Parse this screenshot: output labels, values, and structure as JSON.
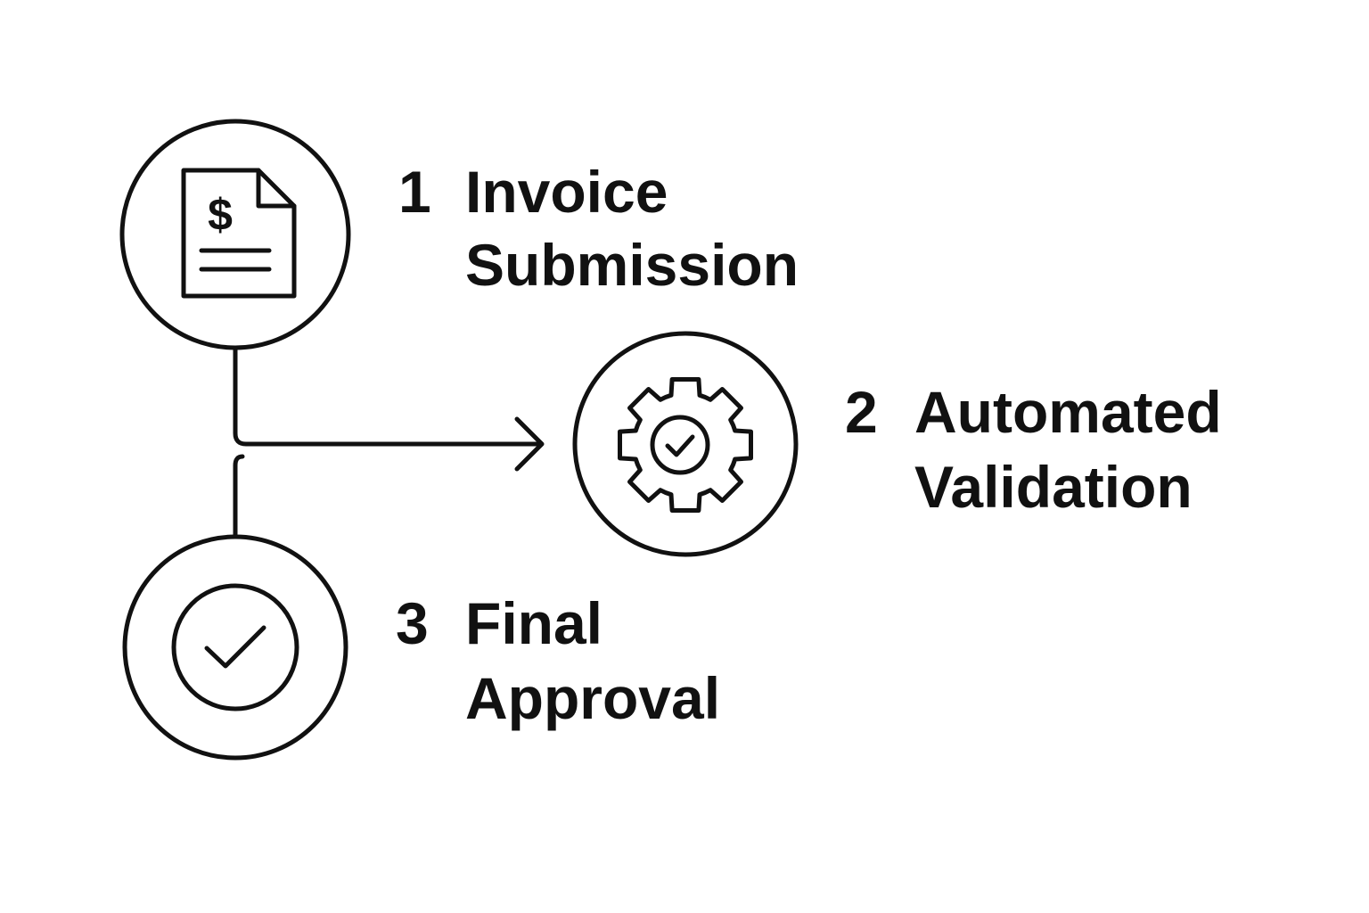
{
  "colors": {
    "stroke": "#111111",
    "background": "#ffffff"
  },
  "steps": [
    {
      "number": "1",
      "title_line1": "Invoice",
      "title_line2": "Submission",
      "icon": "invoice-dollar-document-icon"
    },
    {
      "number": "2",
      "title_line1": "Automated",
      "title_line2": "Validation",
      "icon": "gear-check-icon"
    },
    {
      "number": "3",
      "title_line1": "Final",
      "title_line2": "Approval",
      "icon": "check-circle-icon"
    }
  ]
}
